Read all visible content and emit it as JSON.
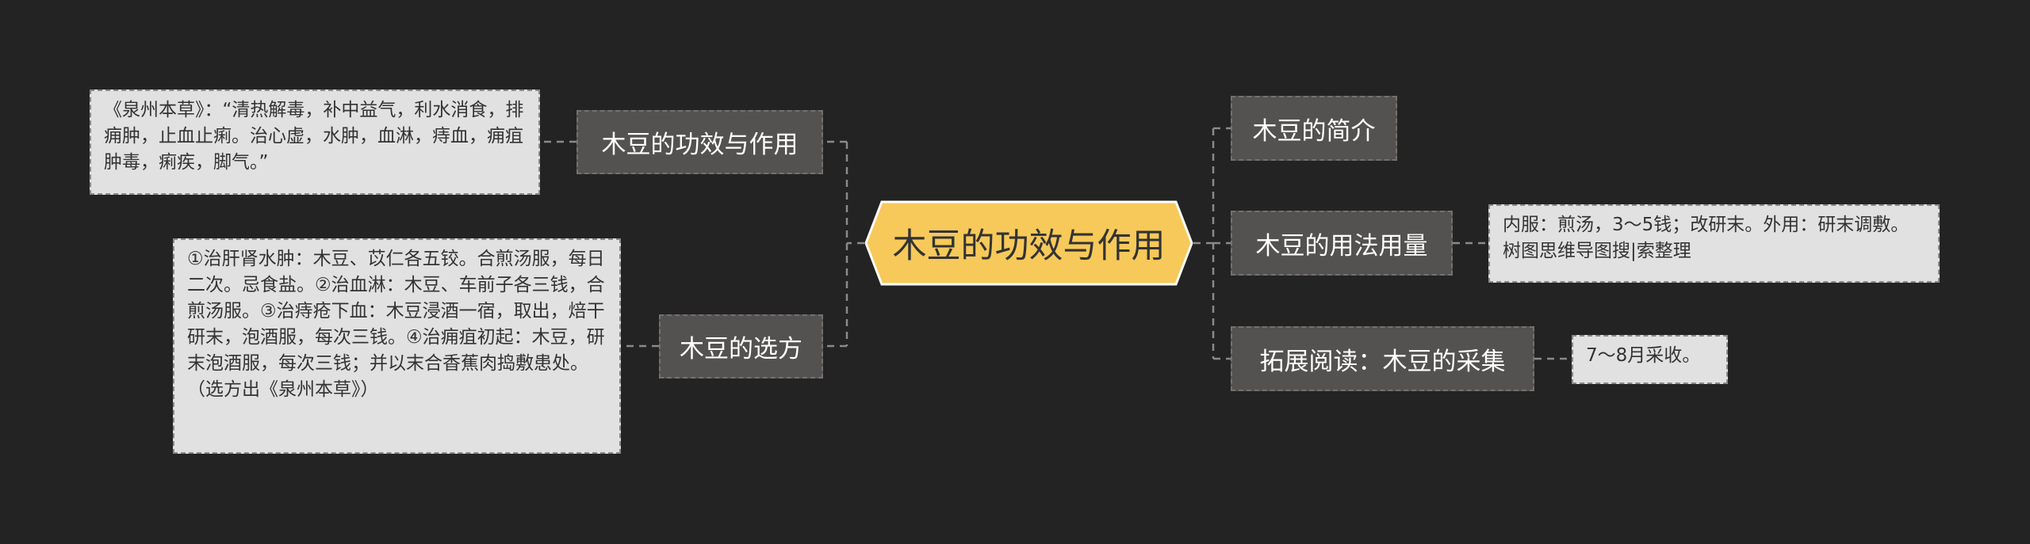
{
  "root": {
    "label": "木豆的功效与作用"
  },
  "left_branches": [
    {
      "label": "木豆的功效与作用",
      "detail": "《泉州本草》：“清热解毒，补中益气，利水消食，排痈肿，止血止痢。治心虚，水肿，血淋，痔血，痈疽肿毒，痢疾，脚气。”"
    },
    {
      "label": "木豆的选方",
      "detail": "①治肝肾水肿：木豆、苡仁各五铰。合煎汤服，每日二次。忌食盐。②治血淋：木豆、车前子各三钱，合煎汤服。③治痔疮下血：木豆浸酒一宿，取出，焙干研末，泡酒服，每次三钱。④治痈疽初起：木豆，研末泡酒服，每次三钱；并以末合香蕉肉捣敷患处。（选方出《泉州本草》）"
    }
  ],
  "right_branches": [
    {
      "label": "木豆的简介"
    },
    {
      "label": "木豆的用法用量",
      "detail": "内服：煎汤，3～5钱；改研末。外用：研末调敷。树图思维导图搜|索整理"
    },
    {
      "label": "拓展阅读：木豆的采集",
      "detail": "7～8月采收。"
    }
  ],
  "colors": {
    "background": "#232323",
    "root_fill": "#f7c95a",
    "branch_fill": "#545250",
    "leaf_fill": "#e1e1e1",
    "connector": "#8a8a8a"
  }
}
